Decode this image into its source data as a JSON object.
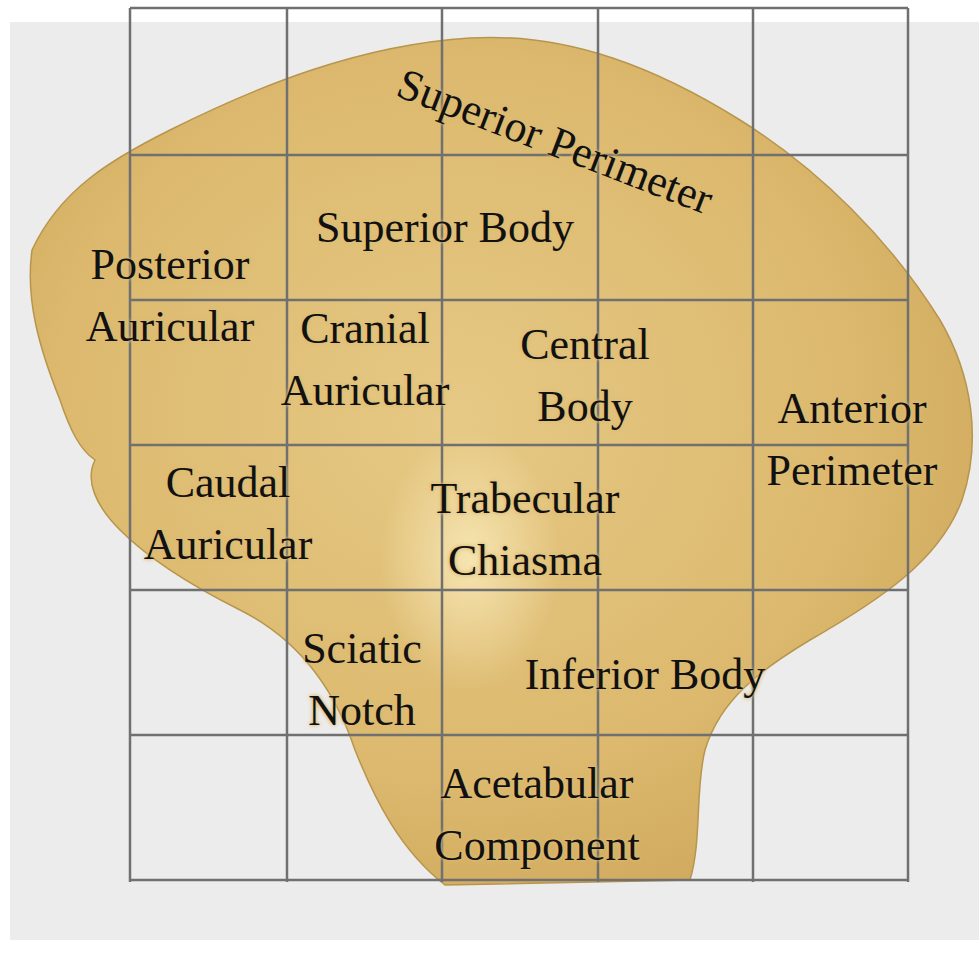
{
  "diagram": {
    "labels": [
      "Superior Perimeter",
      "Superior Body",
      "Posterior Auricular",
      "Cranial Auricular",
      "Central Body",
      "Anterior Perimeter",
      "Caudal Auricular",
      "Trabecular Chiasma",
      "Sciatic Notch",
      "Inferior Body",
      "Acetabular Component"
    ]
  }
}
